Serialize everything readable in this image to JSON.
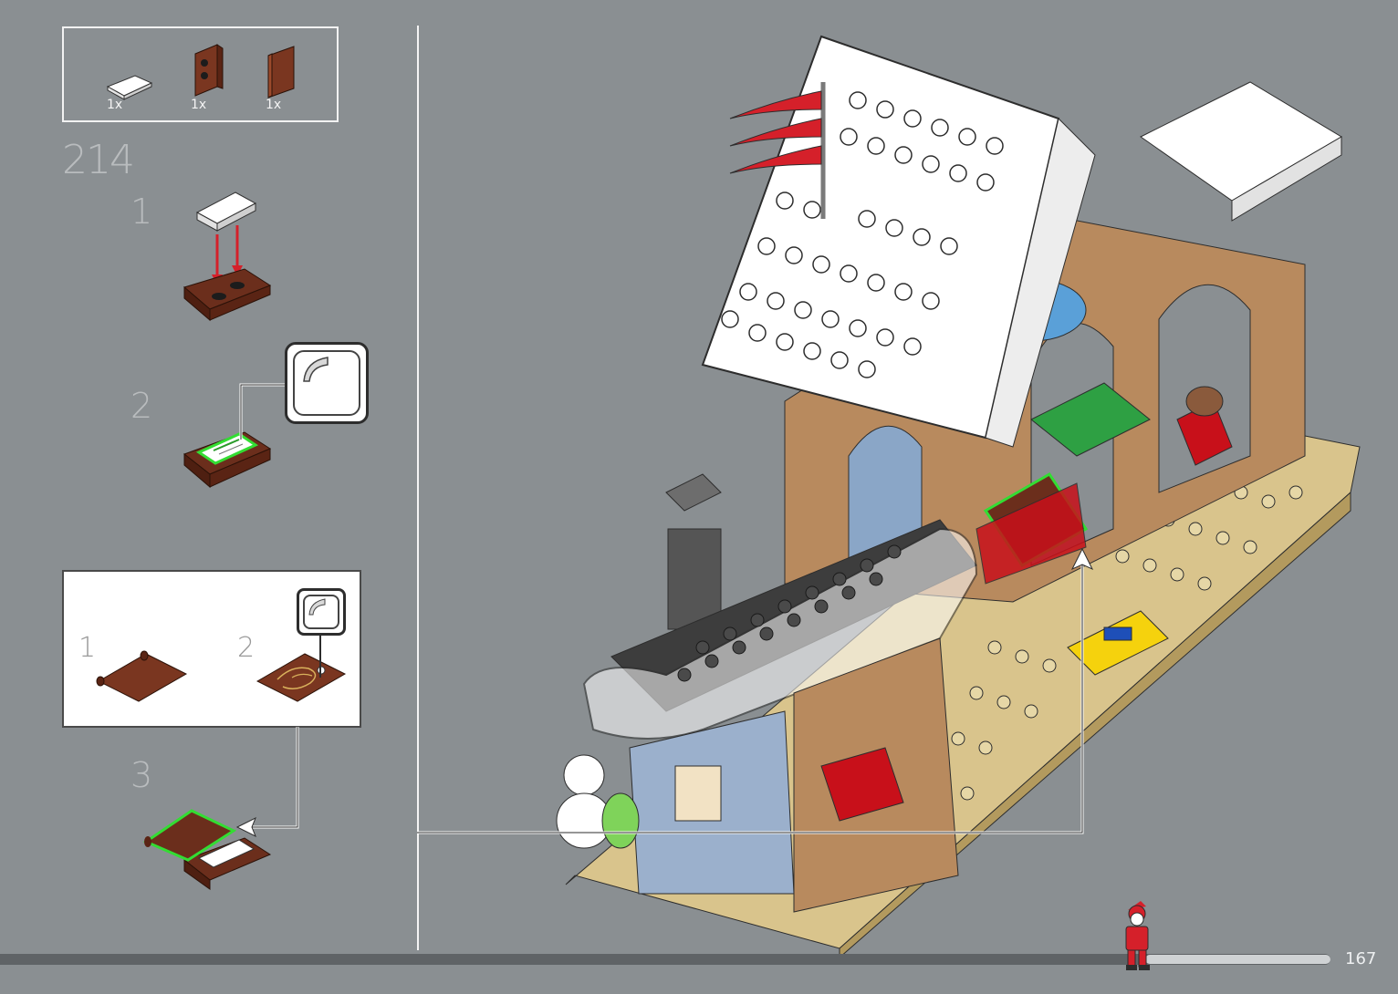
{
  "step": {
    "number": "214"
  },
  "parts": [
    {
      "qty": "1x",
      "icon": "white-tile-icon"
    },
    {
      "qty": "1x",
      "icon": "brown-plate-icon"
    },
    {
      "qty": "1x",
      "icon": "brown-book-icon"
    }
  ],
  "substeps": [
    "1",
    "2",
    "3"
  ],
  "callout": {
    "labels": [
      "1",
      "2"
    ]
  },
  "page": {
    "number": "167"
  },
  "progress": {
    "fraction": 0.86
  },
  "colors": {
    "background": "#8a8f92",
    "brick_brown": "#6b2e1c",
    "highlight_green": "#33dd33",
    "arrow_red": "#d5202a"
  }
}
